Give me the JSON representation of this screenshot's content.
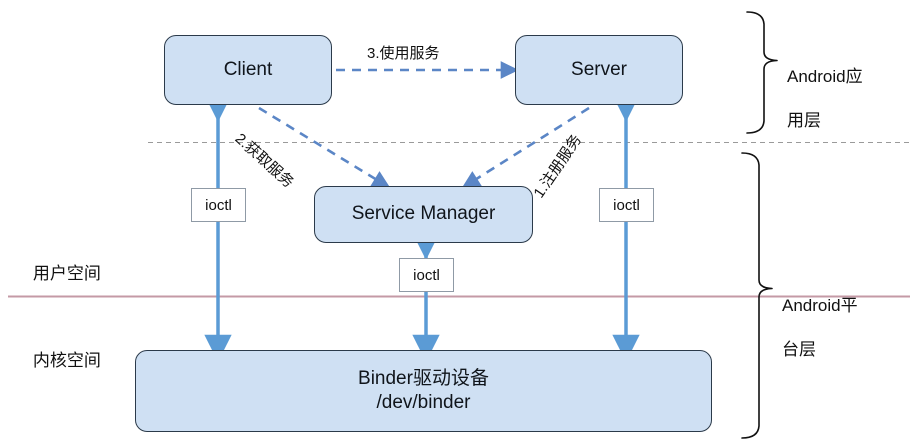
{
  "diagram": {
    "title": "Android Binder architecture",
    "colors": {
      "node_fill": "#cfe0f3",
      "node_stroke": "#2b3a4a",
      "solid_arrow": "#5b9bd5",
      "dashed_arrow": "#5b86c6",
      "kernel_divider": "#c49aa6",
      "layer_divider": "#9a9a9a",
      "bracket": "#111111"
    },
    "nodes": [
      {
        "id": "client",
        "label": "Client",
        "label2": ""
      },
      {
        "id": "server",
        "label": "Server",
        "label2": ""
      },
      {
        "id": "sm",
        "label": "Service Manager",
        "label2": ""
      },
      {
        "id": "binder",
        "label": "Binder驱动设备",
        "label2": "/dev/binder"
      }
    ],
    "ioctl_boxes": [
      {
        "id": "ioctl-left",
        "label": "ioctl"
      },
      {
        "id": "ioctl-middle",
        "label": "ioctl"
      },
      {
        "id": "ioctl-right",
        "label": "ioctl"
      }
    ],
    "edge_labels": [
      {
        "id": "use-service",
        "text": "3.使用服务",
        "rotation": 0
      },
      {
        "id": "get-service",
        "text": "2.获取服务",
        "rotation": 42
      },
      {
        "id": "register-service",
        "text": "1.注册服务",
        "rotation": -56
      }
    ],
    "space_labels": [
      {
        "id": "user-space",
        "text": "用户空间"
      },
      {
        "id": "kernel-space",
        "text": "内核空间"
      }
    ],
    "brackets": [
      {
        "id": "app-layer",
        "line1": "Android应",
        "line2": "用层"
      },
      {
        "id": "platform-layer",
        "line1": "Android平",
        "line2": "台层"
      }
    ]
  }
}
